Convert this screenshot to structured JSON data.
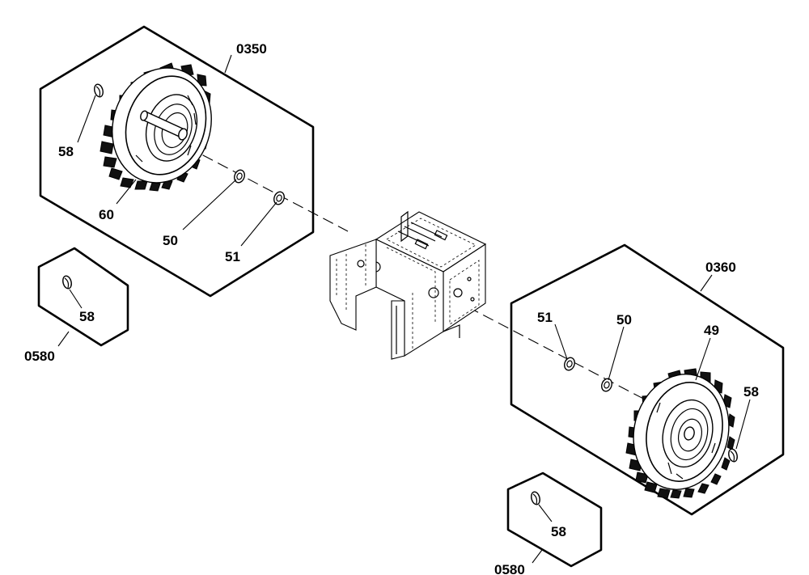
{
  "kits": {
    "left_wheel_kit": "0350",
    "right_wheel_kit": "0360",
    "left_pin_kit": "0580",
    "right_pin_kit": "0580"
  },
  "parts": {
    "left_wheel": "60",
    "left_washer_50": "50",
    "left_washer_51": "51",
    "left_pin": "58",
    "left_kit_pin": "58",
    "right_wheel": "49",
    "right_washer_51": "51",
    "right_washer_50": "50",
    "right_pin": "58",
    "right_kit_pin": "58"
  },
  "colors": {
    "line": "#000000",
    "background": "#ffffff"
  }
}
